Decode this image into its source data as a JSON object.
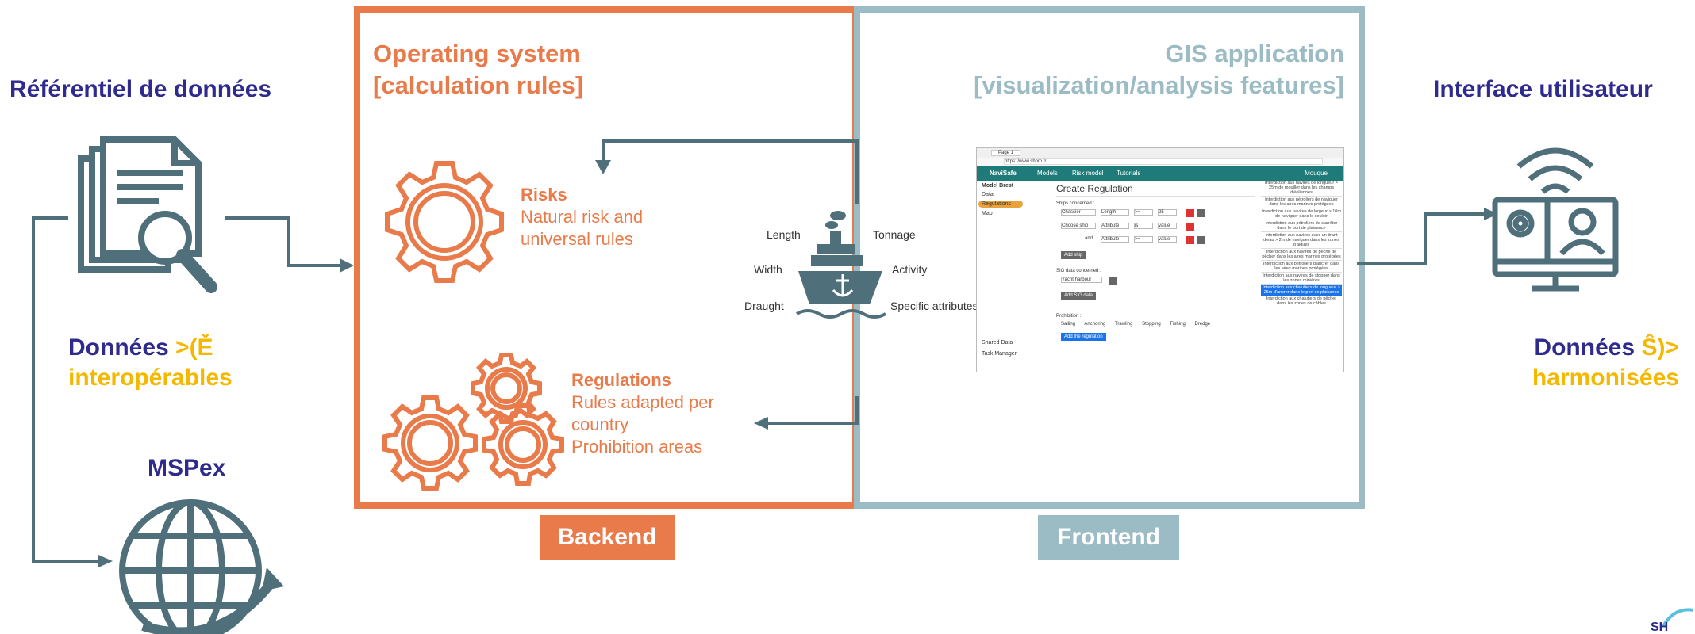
{
  "left": {
    "title": "Référentiel de données",
    "data_label_1": "Données",
    "data_label_1b": ">(Ě",
    "data_label_2": "interopérables",
    "mspex": "MSPex"
  },
  "right": {
    "title": "Interface utilisateur",
    "data_label_1": "Données",
    "data_label_1b": "Ŝ)>",
    "data_label_2": "harmonisées"
  },
  "backend": {
    "title_line1": "Operating system",
    "title_line2": "[calculation rules]",
    "risks_title": "Risks",
    "risks_line1": "Natural risk and",
    "risks_line2": "universal rules",
    "reg_title": "Regulations",
    "reg_line1": "Rules adapted per",
    "reg_line2": "country",
    "reg_line3": "Prohibition areas",
    "badge": "Backend"
  },
  "frontend": {
    "title_line1": "GIS application",
    "title_line2": "[visualization/analysis features]",
    "badge": "Frontend"
  },
  "ship_attributes": {
    "length": "Length",
    "tonnage": "Tonnage",
    "width": "Width",
    "activity": "Activity",
    "draught": "Draught",
    "specific": "Specific attributes"
  },
  "app": {
    "tab": "Page 1",
    "url": "https://www.shom.fr",
    "brand": "NaviSafe",
    "nav": [
      "Models",
      "Risk model",
      "Tutorials"
    ],
    "user": "Mouque",
    "sidebar": [
      "Model Brest",
      "Data",
      "Regulations",
      "Map"
    ],
    "sidebar_bottom": [
      "Shared Data",
      "Task Manager"
    ],
    "form_title": "Create Regulation",
    "ships_label": "Ships concerned :",
    "rows": [
      {
        "select": "Chassier",
        "attr": "Length",
        "op": ">=",
        "val": "25"
      },
      {
        "select": "Choose ship",
        "attr": "Attribute",
        "op": "is",
        "val": "value"
      },
      {
        "select": "and",
        "attr": "Attribute",
        "op": ">=",
        "val": "value"
      }
    ],
    "add_ship": "Add ship",
    "sig_label": "SIG data concerned :",
    "sig_select": "Yacht harbour",
    "add_sig": "Add SIG data",
    "prohibition_label": "Prohibition :",
    "prohibitions": [
      "Sailing",
      "Anchoring",
      "Trawling",
      "Stopping",
      "Fishing",
      "Dredge"
    ],
    "add_regulation": "Add the regulation",
    "list": [
      "Interdiction aux navires de longueur > 25m de mouiller dans les champs d'éoliennes",
      "Interdiction aux pétroliers de naviguer dans les aires marines protégées",
      "Interdiction aux navires de largeur > 10m de naviguer dans le couloir",
      "Interdiction aux pétroliers de s'arrêter dans le port de plaisance",
      "Interdiction aux navires avec un tirant d'eau > 2m de naviguer dans les zones d'algues",
      "Interdiction aux navires de pêche de pêcher dans les aires marines protégées",
      "Interdiction aux pétroliers d'ancrer dans les aires marines protégées",
      "Interdiction aux navires de stopper dans les zones minières",
      "Interdiction aux chalutiers de longueur > 25m d'ancrer dans le port de plaisance",
      "Interdiction aux chalutiers de pêcher dans les zones de câbles"
    ]
  },
  "colors": {
    "navy": "#2e2a8e",
    "orange": "#e97a4a",
    "yellow": "#f5b800",
    "teal": "#9bbcc4",
    "dark_teal": "#4f6f7b",
    "app_bar": "#1f7a7a"
  },
  "icons": [
    "document-search-icon",
    "globe-icon",
    "gear-icon",
    "gears-icon",
    "ship-icon",
    "monitor-icon",
    "logo-icon"
  ]
}
